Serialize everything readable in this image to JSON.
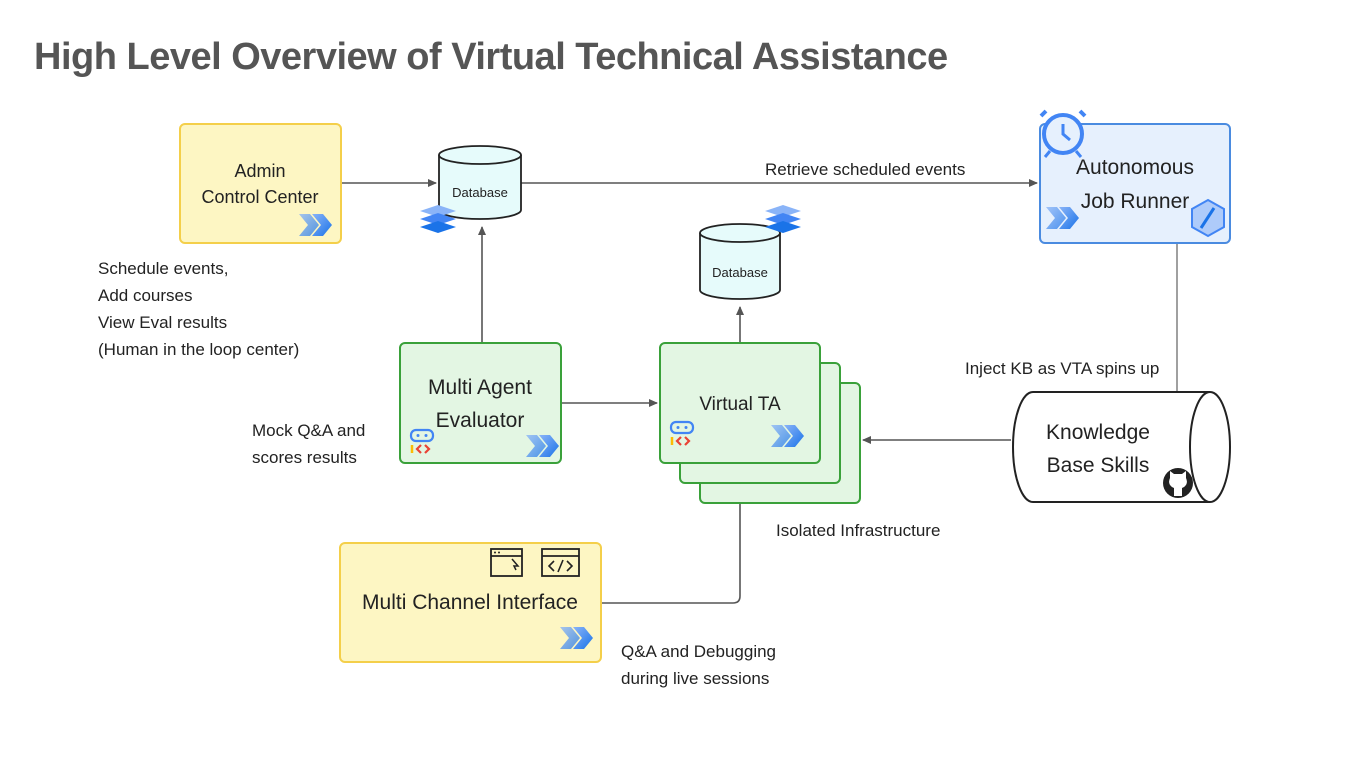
{
  "title": "High Level Overview of Virtual Technical Assistance",
  "nodes": {
    "admin": {
      "line1": "Admin",
      "line2": "Control Center"
    },
    "db_top": {
      "label": "Database"
    },
    "db_mid": {
      "label": "Database"
    },
    "job_runner": {
      "line1": "Autonomous",
      "line2": "Job Runner"
    },
    "evaluator": {
      "line1": "Multi Agent",
      "line2": "Evaluator"
    },
    "virtual_ta": {
      "label": "Virtual TA"
    },
    "knowledge": {
      "line1": "Knowledge",
      "line2": "Base Skills"
    },
    "interface": {
      "label": "Multi Channel Interface"
    }
  },
  "notes": {
    "admin": [
      "Schedule events,",
      "Add courses",
      "View Eval results",
      "(Human in the loop center)"
    ],
    "retrieve": "Retrieve scheduled events",
    "inject": "Inject KB as VTA spins up",
    "mock": [
      "Mock Q&A and",
      "scores results"
    ],
    "isolated": "Isolated Infrastructure",
    "qa": [
      "Q&A and Debugging",
      "during live sessions"
    ]
  },
  "colors": {
    "yellow_fill": "#fdf6c3",
    "yellow_stroke": "#f4cf4a",
    "green_fill": "#e3f6e3",
    "green_stroke": "#3aa13a",
    "blue_fill": "#e6f0fd",
    "blue_stroke": "#4a8be0",
    "db_fill": "#e6fbfb",
    "agent_blue": "#4285f4"
  }
}
